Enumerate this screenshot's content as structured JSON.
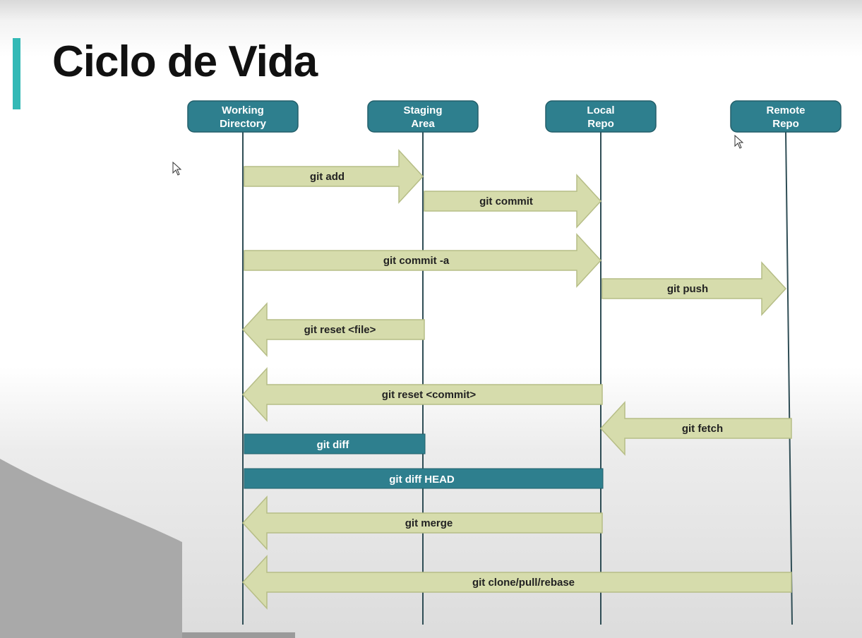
{
  "slide": {
    "title": "Ciclo de Vida"
  },
  "colors": {
    "header_fill": "#2e7f8e",
    "arrow_fill": "#d6dcac",
    "arrow_stroke": "#b6bd86",
    "bar_fill": "#2e7f8e",
    "lifeline": "#2f4d55",
    "accent": "#33b9b6",
    "header_text": "#ffffff",
    "arrow_text": "#222222"
  },
  "lanes": [
    {
      "id": "wd",
      "lines": [
        "Working",
        "Directory"
      ]
    },
    {
      "id": "sa",
      "lines": [
        "Staging",
        "Area"
      ]
    },
    {
      "id": "lr",
      "lines": [
        "Local",
        "Repo"
      ]
    },
    {
      "id": "rr",
      "lines": [
        "Remote",
        "Repo"
      ]
    }
  ],
  "commands": [
    {
      "label": "git add",
      "from": "wd",
      "to": "sa",
      "kind": "arrow"
    },
    {
      "label": "git commit",
      "from": "sa",
      "to": "lr",
      "kind": "arrow"
    },
    {
      "label": "git commit -a",
      "from": "wd",
      "to": "lr",
      "kind": "arrow"
    },
    {
      "label": "git push",
      "from": "lr",
      "to": "rr",
      "kind": "arrow"
    },
    {
      "label": "git reset <file>",
      "from": "sa",
      "to": "wd",
      "kind": "arrow"
    },
    {
      "label": "git reset <commit>",
      "from": "lr",
      "to": "wd",
      "kind": "arrow"
    },
    {
      "label": "git fetch",
      "from": "rr",
      "to": "lr",
      "kind": "arrow"
    },
    {
      "label": "git diff",
      "from": "wd",
      "to": "sa",
      "kind": "bar"
    },
    {
      "label": "git diff HEAD",
      "from": "wd",
      "to": "lr",
      "kind": "bar"
    },
    {
      "label": "git merge",
      "from": "lr",
      "to": "wd",
      "kind": "arrow"
    },
    {
      "label": "git clone/pull/rebase",
      "from": "rr",
      "to": "wd",
      "kind": "arrow"
    }
  ]
}
